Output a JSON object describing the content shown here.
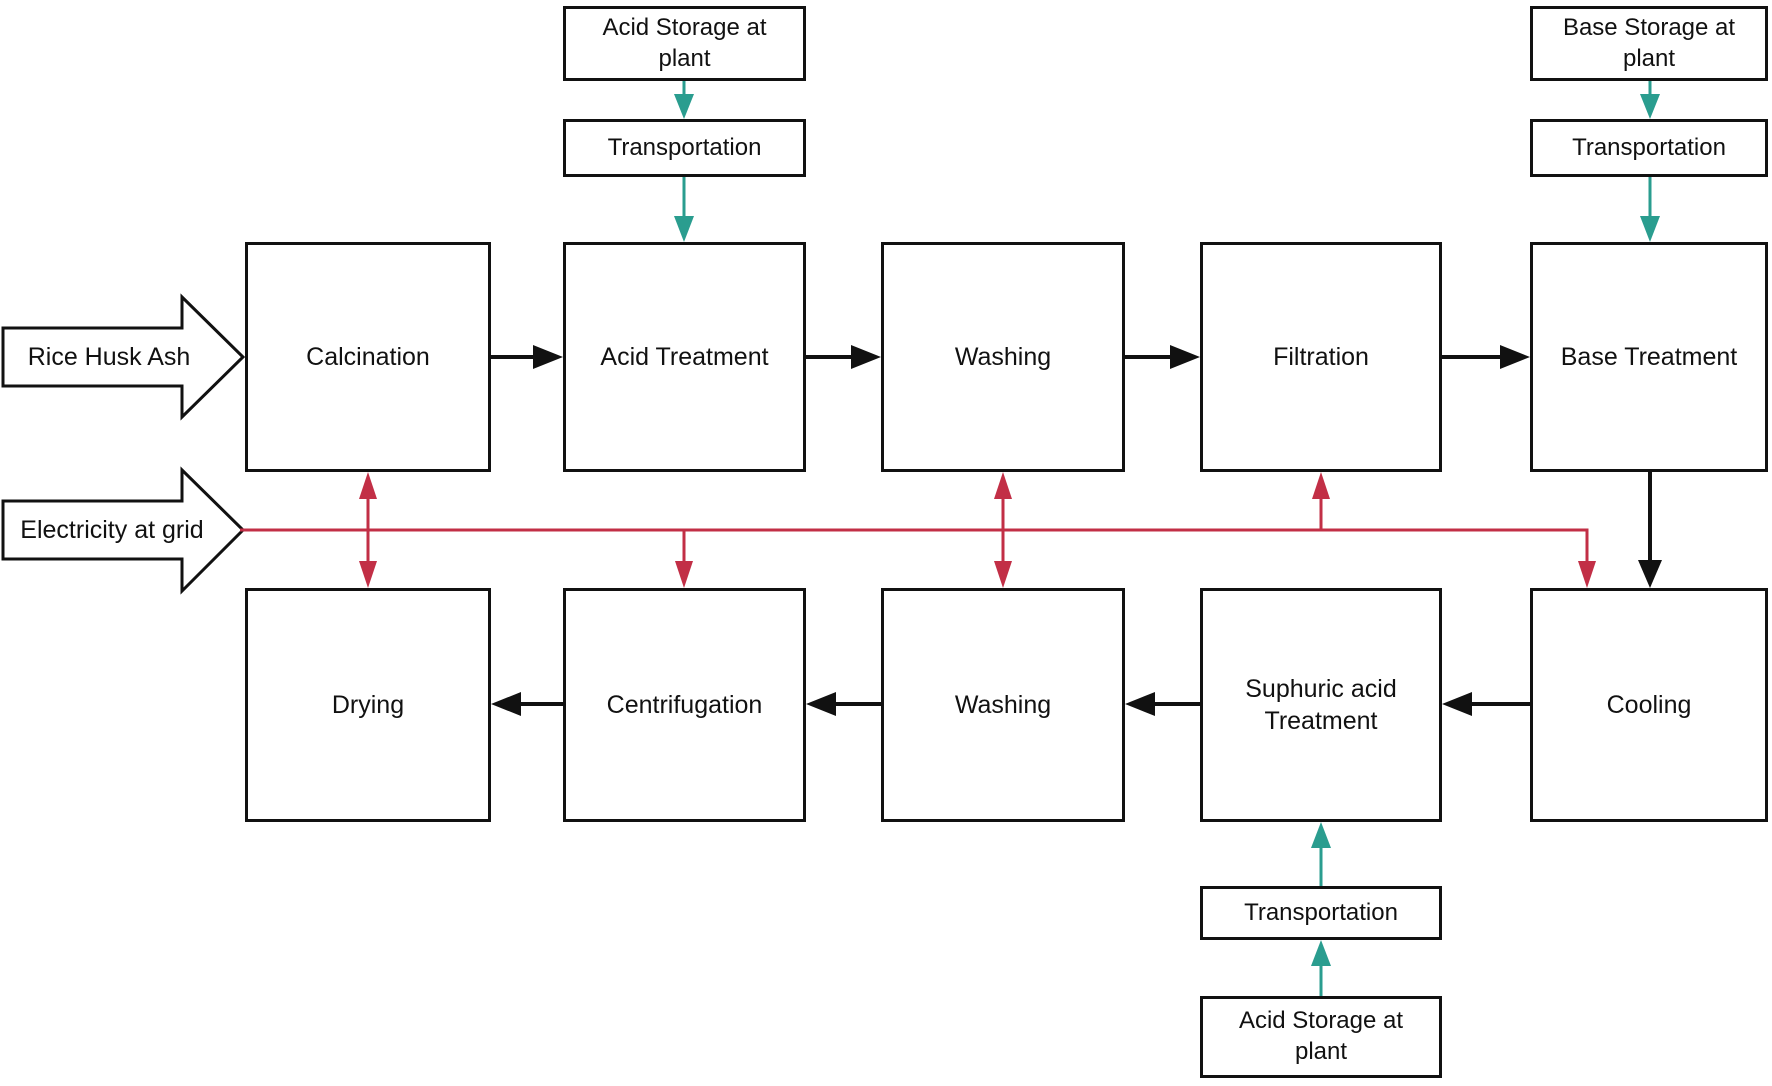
{
  "colors": {
    "line_black": "#111111",
    "electricity_red": "#c22f46",
    "transport_teal": "#2a9d8f",
    "background": "#ffffff"
  },
  "inputs": {
    "rice_husk_ash": {
      "label": "Rice Husk Ash"
    },
    "electricity": {
      "label": "Electricity at grid"
    }
  },
  "top_row": [
    {
      "label": "Calcination"
    },
    {
      "label": "Acid Treatment"
    },
    {
      "label": "Washing"
    },
    {
      "label": "Filtration"
    },
    {
      "label": "Base Treatment"
    }
  ],
  "bottom_row": [
    {
      "label": "Drying"
    },
    {
      "label": "Centrifugation"
    },
    {
      "label": "Washing"
    },
    {
      "label": "Suphuric acid Treatment"
    },
    {
      "label": "Cooling"
    }
  ],
  "supply_chains": {
    "acid_top": {
      "storage": "Acid Storage at plant",
      "transport": "Transportation"
    },
    "base_right": {
      "storage": "Base Storage at plant",
      "transport": "Transportation"
    },
    "acid_bottom": {
      "storage": "Acid Storage at plant",
      "transport": "Transportation"
    }
  }
}
